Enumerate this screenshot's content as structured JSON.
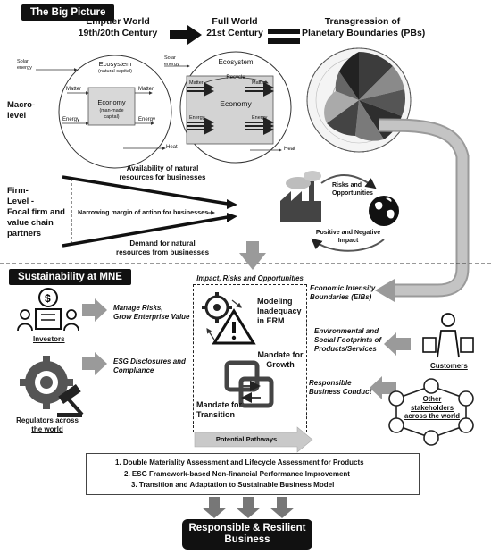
{
  "sections": {
    "big_picture": "The Big Picture",
    "sustainability": "Sustainability at MNE"
  },
  "columns": {
    "emptier_line1": "Emptier World",
    "emptier_line2": "19th/20th Century",
    "full_line1": "Full World",
    "full_line2": "21st Century",
    "pb_line1": "Transgression of",
    "pb_line2": "Planetary Boundaries (PBs)"
  },
  "macro": {
    "label1": "Macro-",
    "label2": "level",
    "solar1a": "Solar",
    "solar1b": "energy",
    "ecosystem": "Ecosystem",
    "natural_capital": "(natural capital)",
    "matter_in": "Matter",
    "matter_out": "Matter",
    "economy": "Economy",
    "man_made1": "(man-made",
    "man_made2": "capital)",
    "energy_in": "Energy",
    "energy_out": "Energy",
    "heat": "Heat",
    "solar2a": "Solar",
    "solar2b": "energy",
    "ecosystem2": "Ecosystem",
    "recycle": "Recycle",
    "matter2a": "Matter",
    "matter2b": "Matter",
    "economy2": "Economy",
    "energy2a": "Energy",
    "energy2b": "Energy",
    "heat2": "Heat"
  },
  "firm": {
    "label1": "Firm-",
    "label2": "Level -",
    "label3": "Focal firm and",
    "label4": "value chain",
    "label5": "partners",
    "avail1": "Availability of natural",
    "avail2": "resources for businesses",
    "narrow": "Narrowing margin of action for businesses",
    "demand1": "Demand for natural",
    "demand2": "resources from businesses",
    "risks1": "Risks and",
    "risks2": "Opportunities",
    "impact1": "Positive and Negative",
    "impact2": "Impact"
  },
  "mne": {
    "impact_risks": "Impact, Risks and Opportunities",
    "modeling1": "Modeling",
    "modeling2": "Inadequacy",
    "modeling3": "in ERM",
    "growth1": "Mandate for",
    "growth2": "Growth",
    "transition1": "Mandate for",
    "transition2": "Transition",
    "manage1": "Manage Risks,",
    "manage2": "Grow Enterprise Value",
    "esg1": "ESG Disclosures and",
    "esg2": "Compliance",
    "investors": "Investors",
    "regulators1": "Regulators across",
    "regulators2": "the world",
    "eib1": "Economic Intensity",
    "eib2": "Boundaries (EIBs)",
    "env1": "Environmental and",
    "env2": "Social Footprints of",
    "env3": "Products/Services",
    "resp1": "Responsible",
    "resp2": "Business Conduct",
    "customers": "Customers",
    "others1": "Other",
    "others2": "stakeholders",
    "others3": "across the world"
  },
  "pathways": {
    "label": "Potential Pathways",
    "items": [
      "1.  Double Materiality Assessment and Lifecycle Assessment for Products",
      "2.  ESG Framework-based Non-financial Performance Improvement",
      "3.  Transition and Adaptation to Sustainable Business Model"
    ]
  },
  "result": {
    "line1": "Responsible & Resilient",
    "line2": "Business"
  }
}
